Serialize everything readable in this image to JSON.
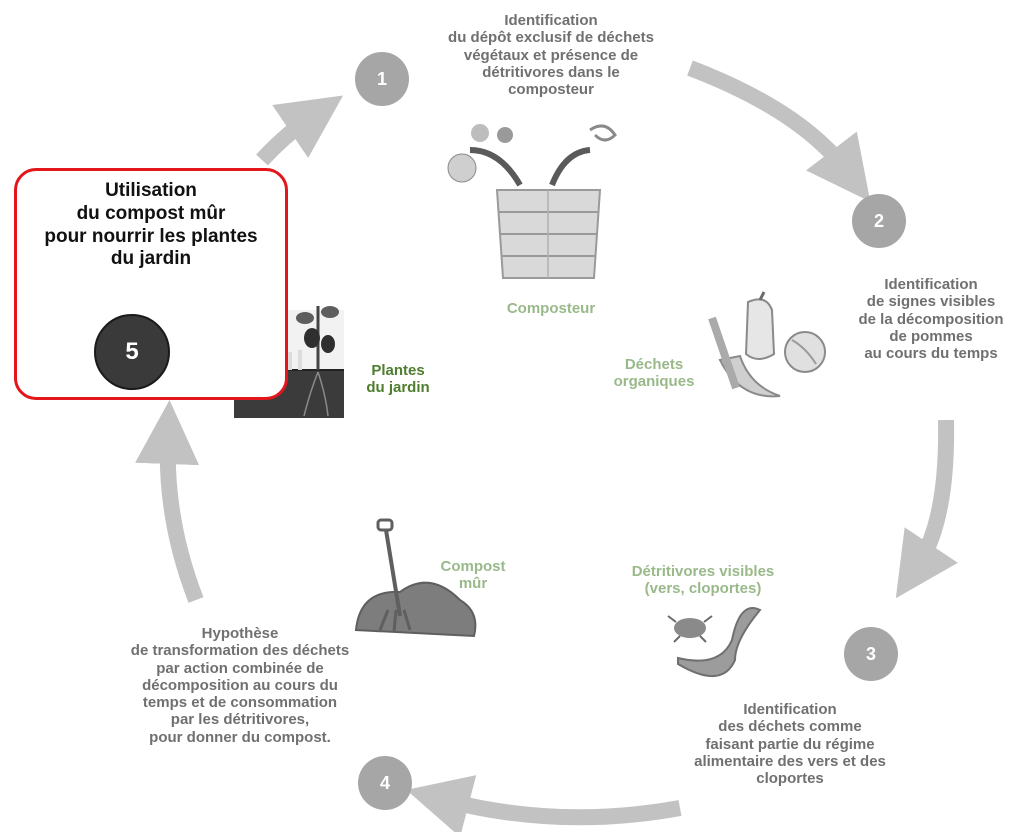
{
  "steps": [
    {
      "number": "1",
      "text": "Identification\ndu dépôt exclusif de déchets\nvégétaux et présence de\ndétritivores dans le\ncomposteur"
    },
    {
      "number": "2",
      "text": "Identification\nde signes visibles\nde la décomposition\nde pommes\nau cours du temps"
    },
    {
      "number": "3",
      "text": "Identification\ndes déchets comme\nfaisant partie du régime\nalimentaire des vers et des\ncloportes"
    },
    {
      "number": "4",
      "text": "Hypothèse\nde transformation des déchets\npar action combinée de\ndécomposition au cours du\ntemps et de consommation\npar les détritivores,\npour donner du compost."
    },
    {
      "number": "5",
      "text": "Utilisation\ndu compost mûr\npour nourrir les plantes\ndu jardin",
      "highlighted": true
    }
  ],
  "illustrations": [
    {
      "icon": "composter-icon",
      "label": "Composteur"
    },
    {
      "icon": "organic-waste-icon",
      "label": "Déchets\norganiques"
    },
    {
      "icon": "detritivores-icon",
      "label": "Détritivores visibles\n(vers, cloportes)"
    },
    {
      "icon": "mature-compost-icon",
      "label": "Compost\nmûr"
    },
    {
      "icon": "garden-plants-icon",
      "label": "Plantes\ndu jardin"
    }
  ],
  "colors": {
    "cycle_arrow": "#c2c2c2",
    "step_circle": "#a6a6a6",
    "highlight_circle": "#3a3a3a",
    "highlight_border": "#e3161b",
    "label_green_light": "#9ab98a",
    "label_green_dark": "#4e7d2e"
  }
}
